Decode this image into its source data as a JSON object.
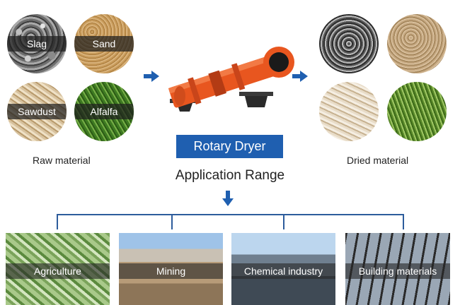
{
  "raw_materials": [
    "Slag",
    "Sand",
    "Sawdust",
    "Alfalfa"
  ],
  "raw_caption": "Raw material",
  "dried_caption": "Dried material",
  "product_title": "Rotary Dryer",
  "section_title": "Application Range",
  "applications": [
    "Agriculture",
    "Mining",
    "Chemical industry",
    "Building materials"
  ],
  "colors": {
    "accent_blue": "#1f5fb0",
    "dryer_orange": "#e8561f",
    "line_blue": "#2d5c9c"
  }
}
